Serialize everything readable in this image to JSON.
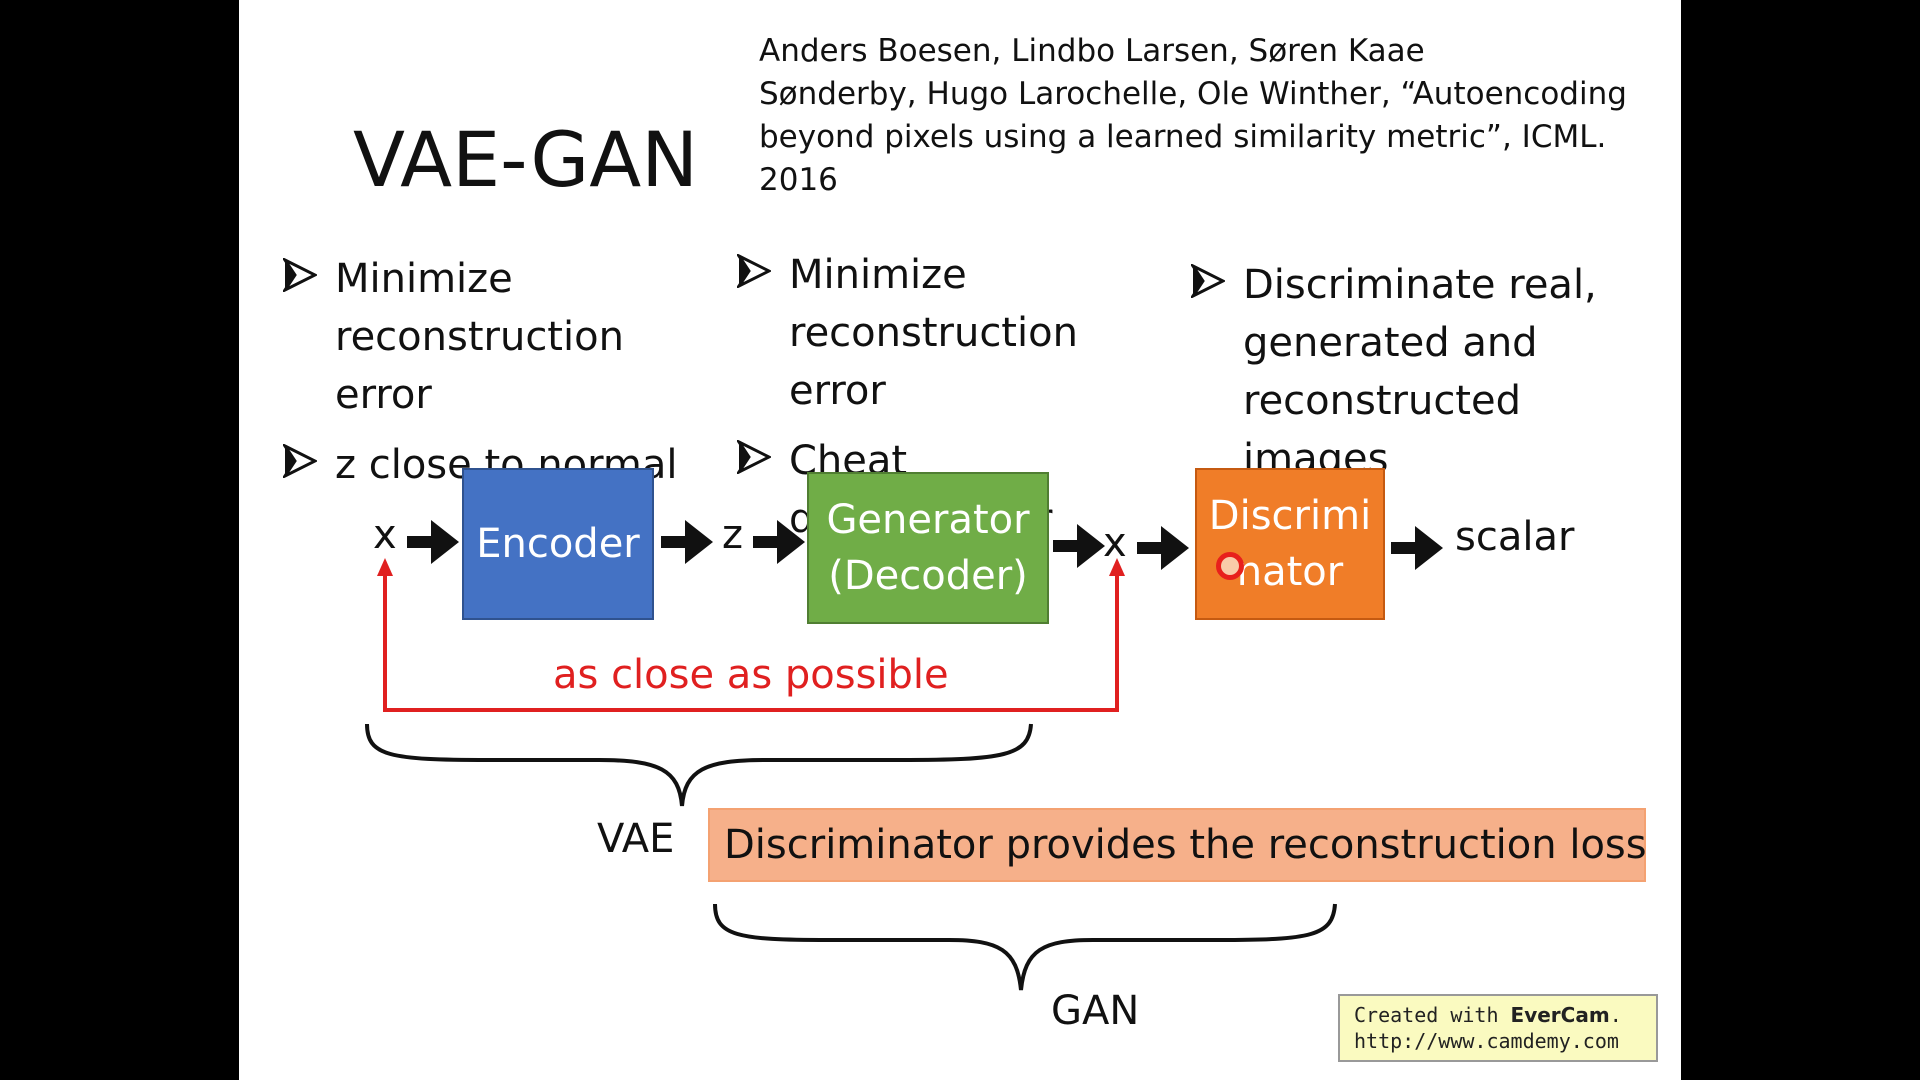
{
  "title": "VAE-GAN",
  "citation": {
    "line1": "Anders Boesen, Lindbo Larsen, Søren Kaae",
    "line2": "Sønderby, Hugo Larochelle, Ole Winther, “Autoencoding",
    "line3": "beyond pixels using a learned similarity metric”, ICML. 2016"
  },
  "columns": [
    {
      "bullets": [
        {
          "lines": [
            "Minimize",
            "reconstruction error"
          ]
        },
        {
          "lines": [
            "z close to normal"
          ]
        }
      ]
    },
    {
      "bullets": [
        {
          "lines": [
            "Minimize",
            "reconstruction error"
          ]
        },
        {
          "lines": [
            "Cheat discriminator"
          ]
        }
      ]
    },
    {
      "bullets": [
        {
          "lines": [
            "Discriminate real,",
            "generated and",
            "reconstructed images"
          ]
        }
      ]
    }
  ],
  "diagram": {
    "input_label": "x",
    "encoder_label": "Encoder",
    "latent_label": "z",
    "generator_line1": "Generator",
    "generator_line2": "(Decoder)",
    "output_label": "x",
    "discriminator_line1": "Discrimi",
    "discriminator_line2": "nator",
    "scalar_label": "scalar",
    "feedback_label": "as close as possible",
    "vae_label": "VAE",
    "gan_label": "GAN",
    "callout": "Discriminator provides the reconstruction loss"
  },
  "watermark": {
    "prefix": "Created with ",
    "brand": "EverCam",
    "suffix": ".",
    "url": "http://www.camdemy.com"
  },
  "colors": {
    "encoder": "#4472c4",
    "generator": "#70ad47",
    "discriminator": "#f07d28",
    "feedback": "#e02020",
    "callout": "#f6b08a"
  },
  "icons": [
    "bullet-arrow-icon",
    "flow-arrow-icon",
    "brace-icon",
    "cursor-icon"
  ]
}
